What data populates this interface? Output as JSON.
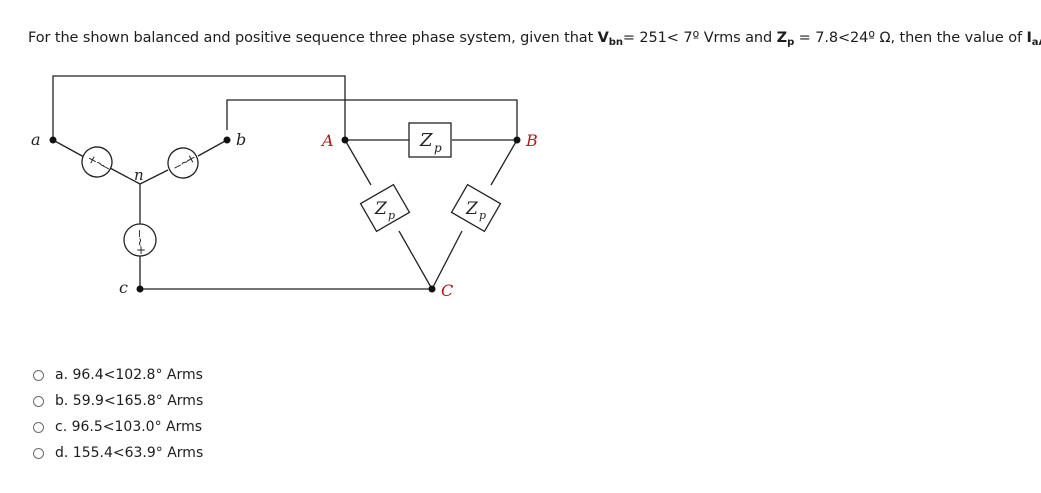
{
  "question": {
    "part1": "For the shown balanced and positive sequence three phase system, given that ",
    "v_symbol": "V",
    "v_sub": "bn",
    "part2": "= 251< 7º Vrms and ",
    "z_symbol": "Z",
    "z_sub": "p",
    "part3": " = 7.8<24º Ω, then the value of ",
    "i_symbol": "I",
    "i_sub": "aA",
    "part4": ":"
  },
  "circuit": {
    "node_a": "a",
    "node_b": "b",
    "node_c": "c",
    "node_n": "n",
    "node_A": "A",
    "node_B": "B",
    "node_C": "C",
    "impedance_symbol": "Z",
    "impedance_sub": "p",
    "source_plus": "+",
    "source_minus": "−",
    "source_tilde": "~"
  },
  "options": [
    {
      "label": "a. 96.4<102.8° Arms"
    },
    {
      "label": "b. 59.9<165.8° Arms"
    },
    {
      "label": "c. 96.5<103.0° Arms"
    },
    {
      "label": "d. 155.4<63.9° Arms"
    }
  ]
}
